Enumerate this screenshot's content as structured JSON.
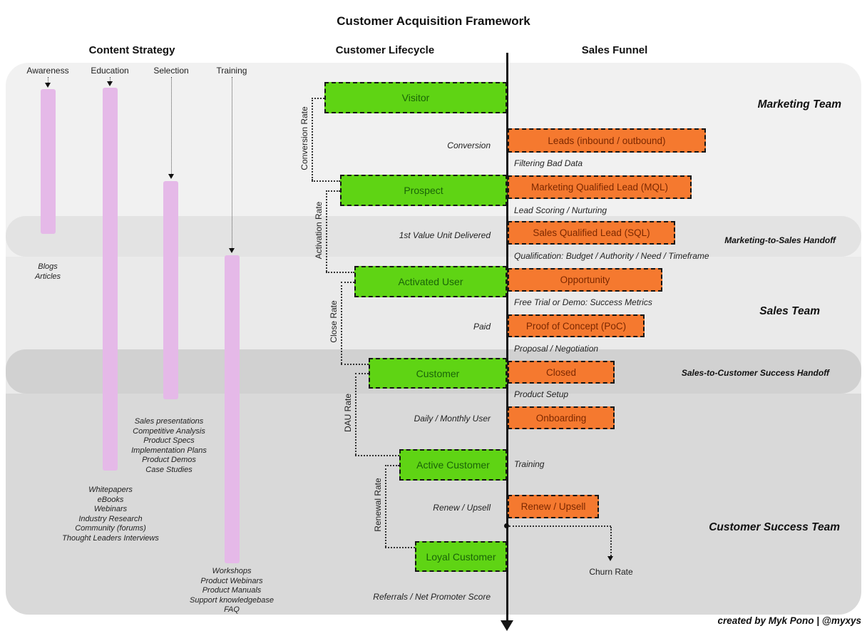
{
  "header": {
    "title": "Customer Acquisition Framework",
    "columns": {
      "content_strategy": "Content Strategy",
      "customer_lifecycle": "Customer Lifecycle",
      "sales_funnel": "Sales Funnel"
    }
  },
  "teams": {
    "marketing": "Marketing Team",
    "marketing_handoff": "Marketing-to-Sales Handoff",
    "sales": "Sales Team",
    "sales_handoff": "Sales-to-Customer Success Handoff",
    "customer_success": "Customer Success Team"
  },
  "content_strategy": {
    "phases": [
      {
        "label": "Awareness",
        "items": [
          "Blogs",
          "Articles"
        ]
      },
      {
        "label": "Education",
        "items": [
          "Whitepapers",
          "eBooks",
          "Webinars",
          "Industry Research",
          "Community (forums)",
          "Thought Leaders Interviews"
        ]
      },
      {
        "label": "Selection",
        "items": [
          "Sales presentations",
          "Competitive Analysis",
          "Product Specs",
          "Implementation Plans",
          "Product Demos",
          "Case Studies"
        ]
      },
      {
        "label": "Training",
        "items": [
          "Workshops",
          "Product Webinars",
          "Product Manuals",
          "Support knowledgebase",
          "FAQ"
        ]
      }
    ]
  },
  "lifecycle": {
    "stages": [
      "Visitor",
      "Prospect",
      "Activated User",
      "Customer",
      "Active Customer",
      "Loyal Customer"
    ],
    "rates": [
      "Conversion Rate",
      "Activation Rate",
      "Close Rate",
      "DAU Rate",
      "Renewal Rate"
    ],
    "transitions": [
      "Conversion",
      "1st Value Unit Delivered",
      "Paid",
      "Daily / Monthly User",
      "Renew / Upsell",
      "Referrals / Net Promoter Score"
    ]
  },
  "funnel": {
    "stages": [
      "Leads (inbound / outbound)",
      "Marketing Qualified Lead (MQL)",
      "Sales Qualified Lead (SQL)",
      "Opportunity",
      "Proof of Concept (PoC)",
      "Closed",
      "Onboarding",
      "Renew / Upsell"
    ],
    "steps": [
      "Filtering Bad Data",
      "Lead Scoring / Nurturing",
      "Qualification: Budget / Authority / Need / Timeframe",
      "Free Trial or Demo: Success Metrics",
      "Proposal / Negotiation",
      "Product Setup",
      "Training"
    ],
    "churn_label": "Churn Rate"
  },
  "credit": "created by Myk Pono | @myxys",
  "colors": {
    "green_box": "#5fd414",
    "green_text": "#1a6408",
    "orange_box": "#f5792f",
    "orange_text": "#7c2800",
    "purple_bar": "#e5b9e8",
    "band_marketing": "#f1f1f1",
    "band_handoff1": "#e3e3e3",
    "band_sales": "#eaeaea",
    "band_handoff2": "#d1d1d1",
    "band_cs": "#d9d9d9"
  }
}
